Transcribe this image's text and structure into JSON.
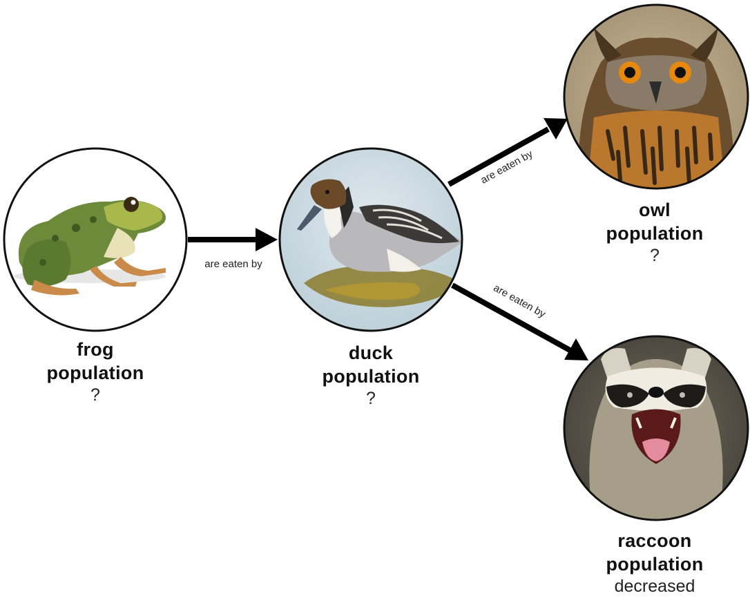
{
  "nodes": [
    {
      "id": "frog",
      "name": "frog",
      "word": "population",
      "status": "?"
    },
    {
      "id": "duck",
      "name": "duck",
      "word": "population",
      "status": "?"
    },
    {
      "id": "owl",
      "name": "owl",
      "word": "population",
      "status": "?"
    },
    {
      "id": "raccoon",
      "name": "raccoon",
      "word": "population",
      "status": "decreased"
    }
  ],
  "edges": [
    {
      "from": "frog",
      "to": "duck",
      "label": "are eaten by"
    },
    {
      "from": "duck",
      "to": "owl",
      "label": "are eaten by"
    },
    {
      "from": "duck",
      "to": "raccoon",
      "label": "are eaten by"
    }
  ]
}
